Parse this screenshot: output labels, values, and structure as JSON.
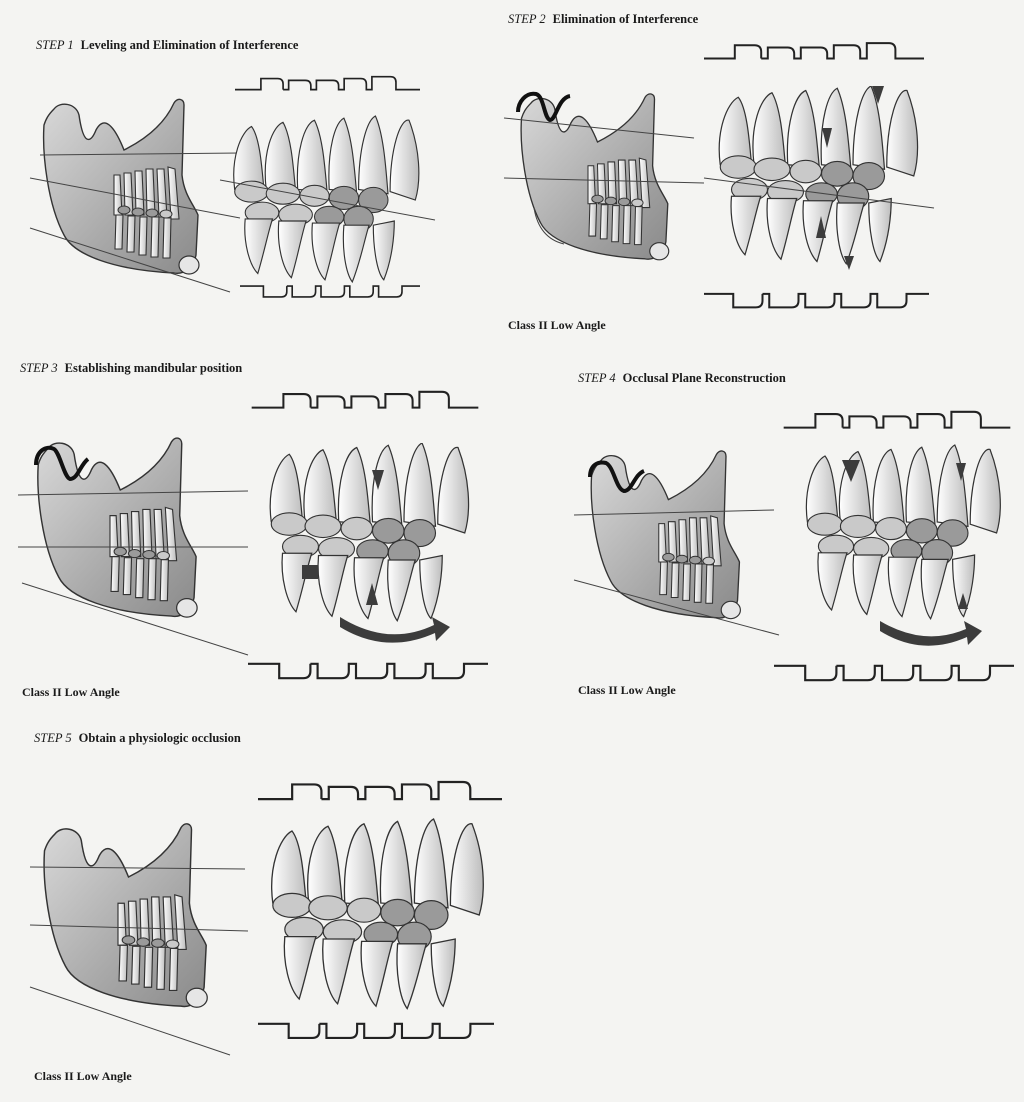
{
  "panels": [
    {
      "step": "STEP 1",
      "title": "Leveling and Elimination of Interference",
      "caption": ""
    },
    {
      "step": "STEP 2",
      "title": "Elimination of Interference",
      "caption": "Class II  Low Angle"
    },
    {
      "step": "STEP 3",
      "title": "Establishing  mandibular position",
      "caption": "Class II  Low Angle"
    },
    {
      "step": "STEP 4",
      "title": "Occlusal Plane Reconstruction",
      "caption": "Class II  Low Angle"
    },
    {
      "step": "STEP 5",
      "title": "Obtain a physiologic occlusion",
      "caption": "Class II  Low Angle"
    }
  ],
  "colors": {
    "background": "#f4f4f2",
    "bone": "#b8b8b8",
    "tooth": "#e2e2e2",
    "arrow": "#3c3c3c"
  },
  "icons": [
    "mandible-illustration",
    "dentition-illustration",
    "archwire-illustration",
    "rotation-arrow-icon"
  ]
}
